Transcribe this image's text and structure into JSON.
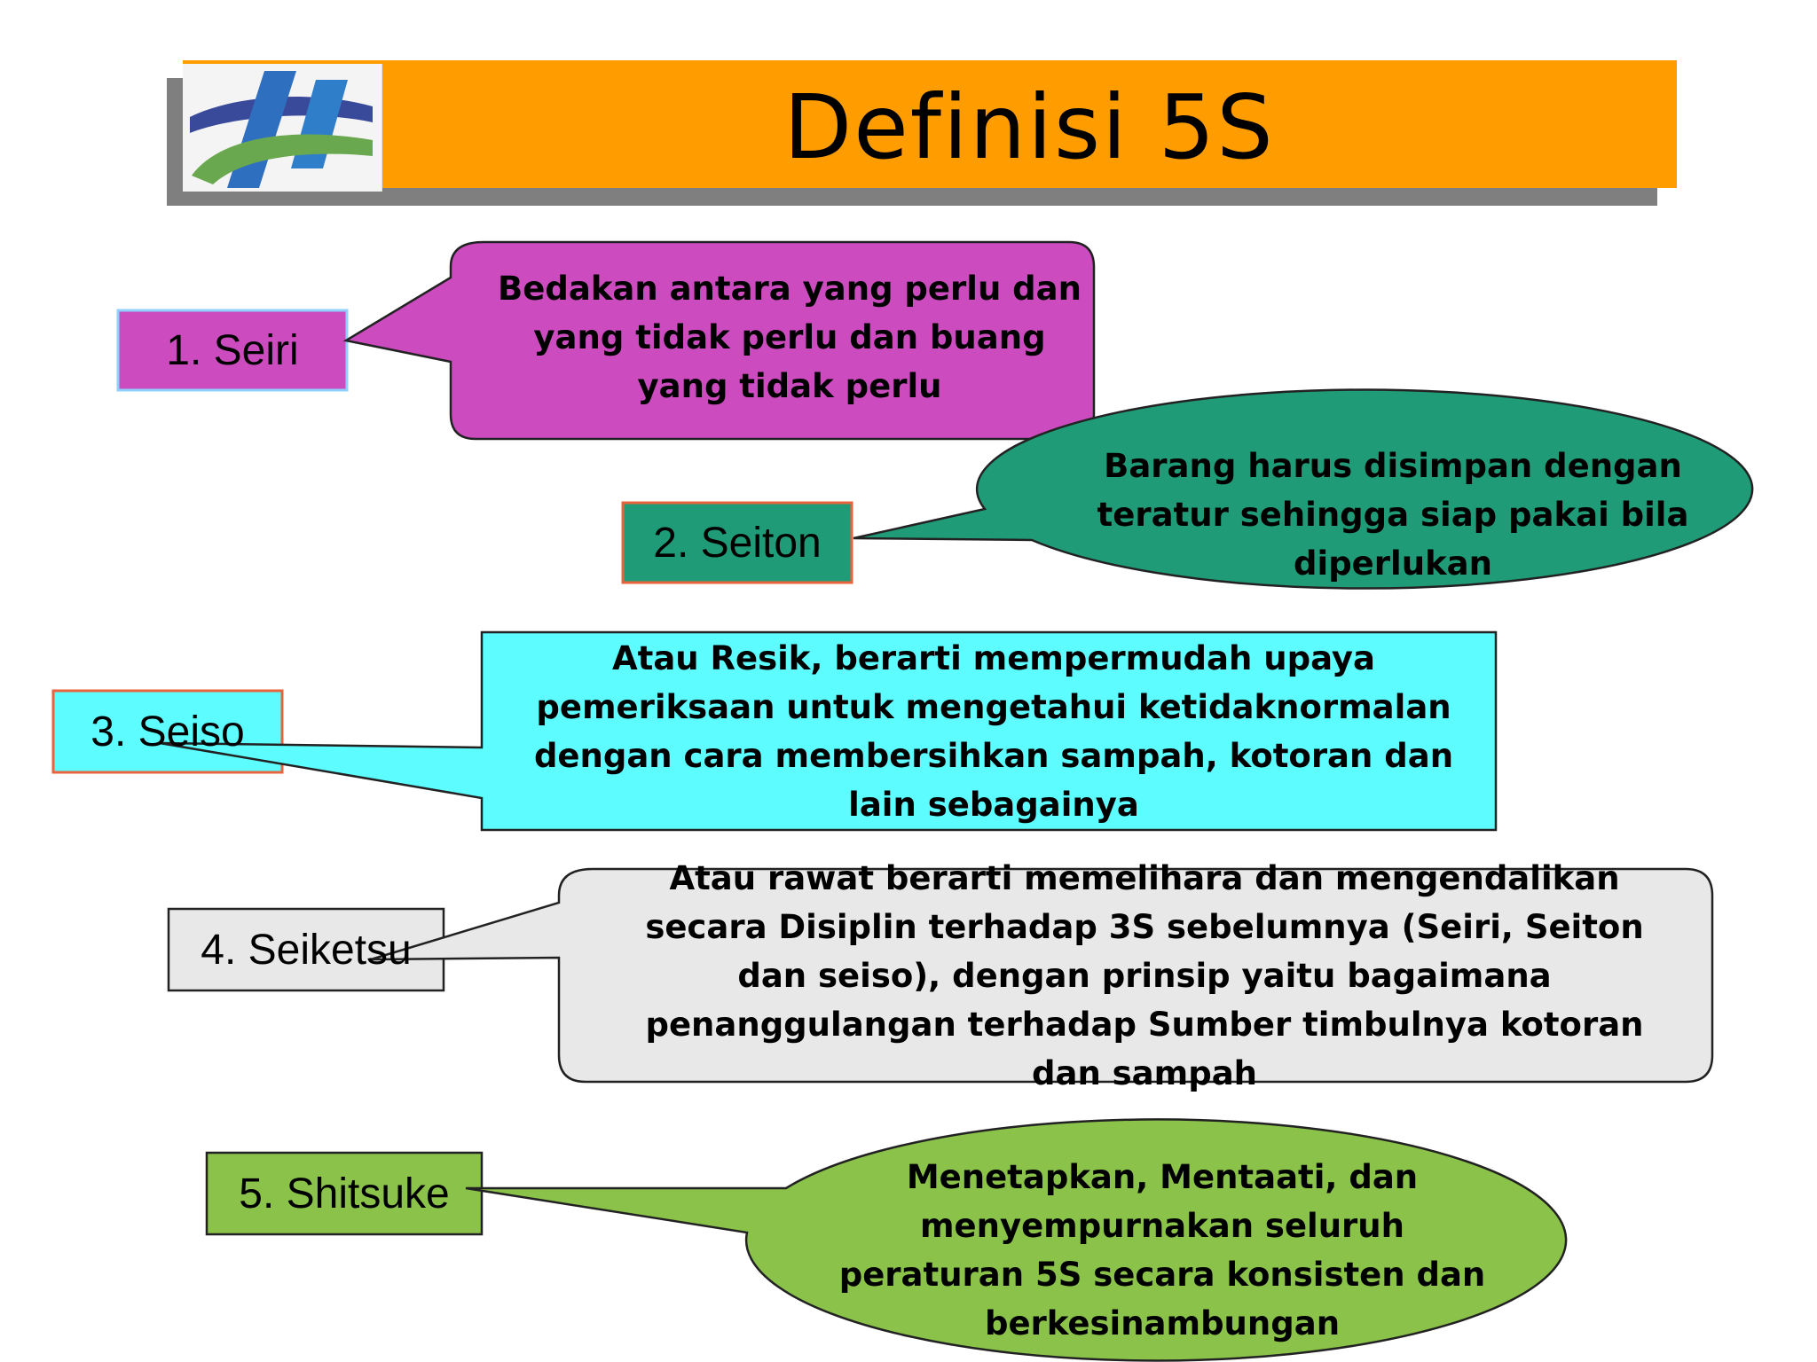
{
  "title": "Definisi 5S",
  "colors": {
    "header": "#ff9c00",
    "seiri": "#cc4cc0",
    "seiton": "#1f9b78",
    "seiso": "#5cfcff",
    "seiketsu": "#e8e8e8",
    "shitsuke": "#8bc34a"
  },
  "items": [
    {
      "label": "1. Seiri",
      "description": "Bedakan antara yang perlu dan yang tidak perlu dan buang yang tidak perlu"
    },
    {
      "label": "2. Seiton",
      "description": "Barang harus disimpan dengan teratur sehingga siap pakai bila diperlukan"
    },
    {
      "label": "3. Seiso",
      "description": "Atau Resik, berarti mempermudah upaya pemeriksaan untuk mengetahui ketidaknormalan dengan cara membersihkan sampah, kotoran dan lain sebagainya"
    },
    {
      "label": "4. Seiketsu",
      "description": "Atau rawat berarti memelihara  dan mengendalikan secara Disiplin terhadap 3S sebelumnya (Seiri, Seiton dan seiso), dengan prinsip yaitu bagaimana penanggulangan terhadap Sumber timbulnya kotoran dan sampah"
    },
    {
      "label": "5. Shitsuke",
      "description": "Menetapkan, Mentaati, dan menyempurnakan seluruh peraturan 5S secara konsisten dan berkesinambungan"
    }
  ]
}
